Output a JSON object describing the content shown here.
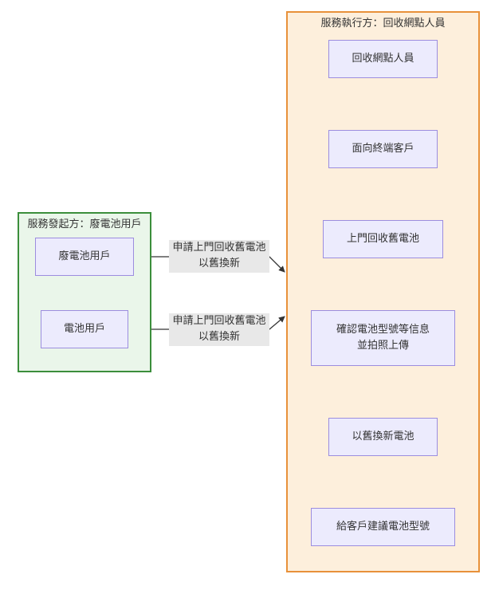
{
  "clusters": {
    "initiator": {
      "title": "服務發起方：廢電池用戶"
    },
    "executor": {
      "title": "服務執行方：回收網點人員"
    }
  },
  "nodes": {
    "waste_battery_user": "廢電池用戶",
    "battery_user": "電池用戶",
    "recycler": "回收網點人員",
    "face_customer": "面向終端客戶",
    "door_recycle": "上門回收舊電池",
    "confirm_model": "確認電池型號等信息\n並拍照上傳",
    "trade_in": "以舊換新電池",
    "advise_model": "給客戶建議電池型號"
  },
  "edge_labels": {
    "request_1": "申請上門回收舊電池\n以舊換新",
    "request_2": "申請上門回收舊電池\n以舊換新"
  },
  "colors": {
    "node_fill": "#ecebfd",
    "node_border": "#9c8ddf",
    "initiator_fill": "#eaf6ea",
    "initiator_border": "#3b8e3b",
    "executor_fill": "#fdefdc",
    "executor_border": "#e8913a",
    "edge": "#333333",
    "edge_label_bg": "#e8e8e8"
  }
}
